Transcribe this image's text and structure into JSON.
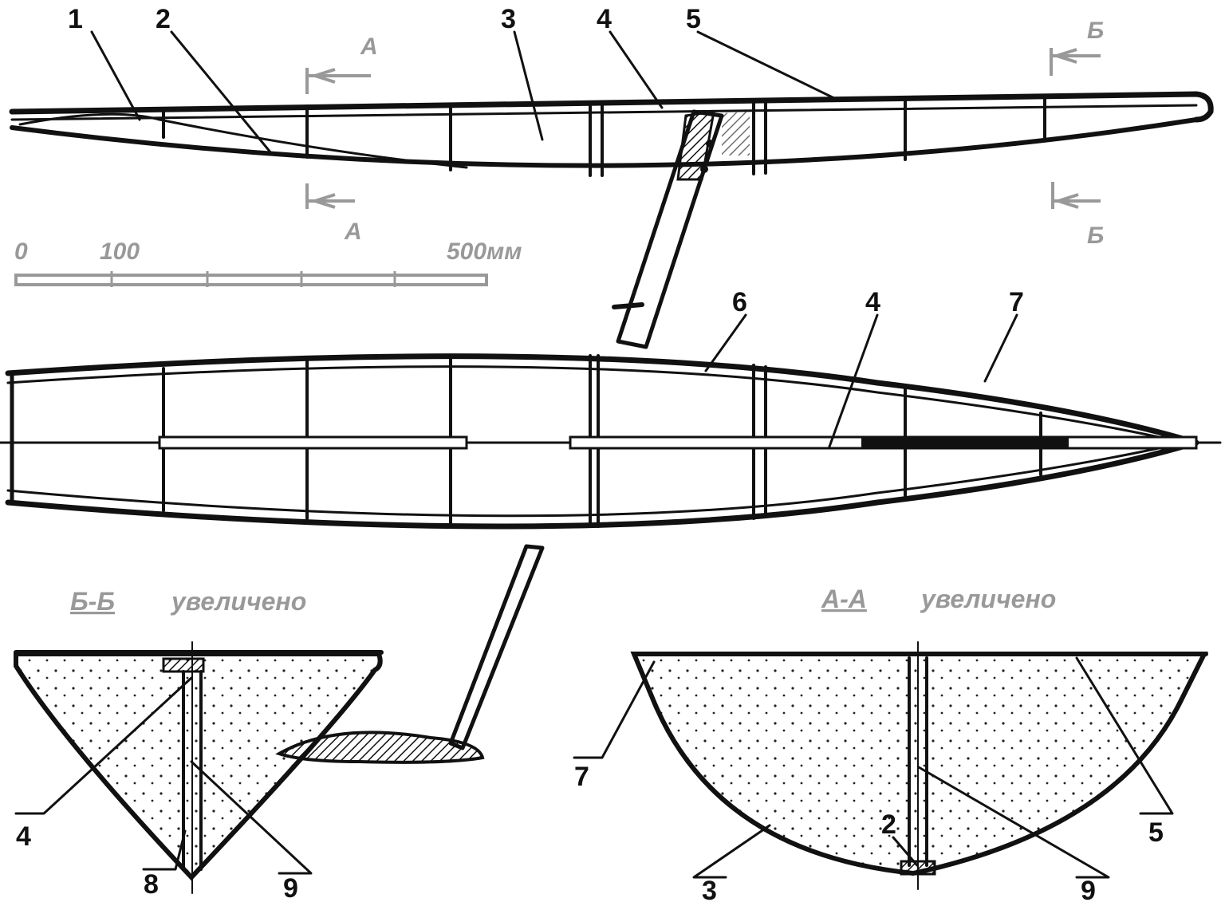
{
  "labels": {
    "n1": "1",
    "n2": "2",
    "n3": "3",
    "n4": "4",
    "n5": "5",
    "n6": "6",
    "n7": "7",
    "n8": "8",
    "n9": "9",
    "n4b": "4",
    "n4c": "4",
    "n7b": "7",
    "n5b": "5",
    "n3b": "3",
    "n2b": "2",
    "n9b": "9"
  },
  "sections": {
    "a_top": "А",
    "a_bottom": "А",
    "b_top": "Б",
    "b_bottom": "Б",
    "bb_title": "Б-Б",
    "bb_word": "увеличено",
    "aa_title": "А-А",
    "aa_word": "увеличено"
  },
  "scale": {
    "zero": "0",
    "hundred": "100",
    "five_hundred": "500мм"
  }
}
